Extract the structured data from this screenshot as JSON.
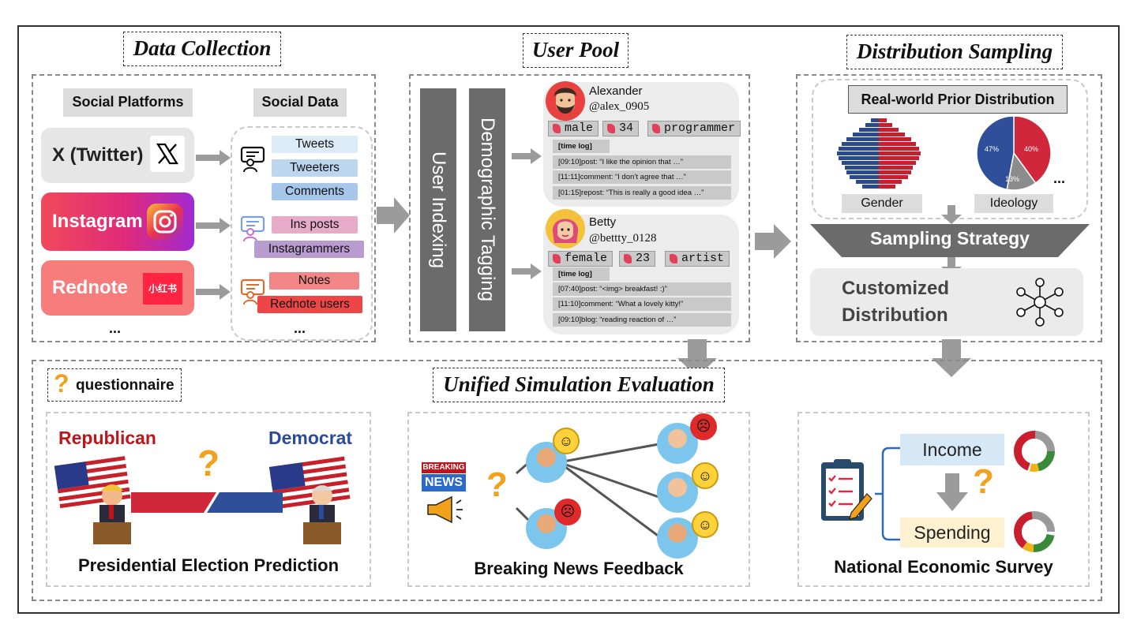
{
  "sections": {
    "data_collection": "Data Collection",
    "user_pool": "User Pool",
    "distribution_sampling": "Distribution Sampling",
    "unified_eval": "Unified Simulation Evaluation"
  },
  "data_collection": {
    "platforms_header": "Social Platforms",
    "data_header": "Social Data",
    "platforms": [
      "X (Twitter)",
      "Instagram",
      "Rednote"
    ],
    "rednote_logo_text": "小红书",
    "platforms_more": "...",
    "twitter_data": [
      "Tweets",
      "Tweeters",
      "Comments"
    ],
    "instagram_data": [
      "Ins posts",
      "Instagrammers"
    ],
    "rednote_data": [
      "Notes",
      "Rednote users"
    ],
    "data_more": "..."
  },
  "user_pool": {
    "indexing": "User Indexing",
    "tagging": "Demographic Tagging",
    "users": [
      {
        "name": "Alexander",
        "handle": "@alex_0905",
        "tags": [
          "male",
          "34",
          "programmer"
        ],
        "log_header": "[time log]",
        "logs": [
          "[09:10]post: “I like the opinion that …”",
          "[11:11]comment: “I don’t agree that …”",
          "[01:15]repost: “This is really a good idea …”"
        ]
      },
      {
        "name": "Betty",
        "handle": "@bettty_0128",
        "tags": [
          "female",
          "23",
          "artist"
        ],
        "log_header": "[time log]",
        "logs": [
          "[07:40]post: “<img> breakfast! :)”",
          "[11:10]comment: “What a lovely kitty!”",
          "[09:10]blog: “reading reaction of …”"
        ]
      }
    ]
  },
  "distribution": {
    "prior_header": "Real-world Prior Distribution",
    "gender_label": "Gender",
    "ideology_label": "Ideology",
    "more": "...",
    "pie_labels": [
      "40%",
      "13%",
      "47%"
    ],
    "pie_values": [
      40,
      13,
      47
    ],
    "pie_colors": [
      "#d0283a",
      "#8c8c8c",
      "#2f4f9a"
    ],
    "sampling_strategy": "Sampling Strategy",
    "customized": "Customized",
    "distribution_word": "Distribution"
  },
  "evaluation": {
    "questionnaire": "questionnaire",
    "republican": "Republican",
    "democrat": "Democrat",
    "election_caption": "Presidential Election Prediction",
    "breaking": "BREAKING",
    "news": "NEWS",
    "news_caption": "Breaking News Feedback",
    "income": "Income",
    "spending": "Spending",
    "survey_caption": "National Economic Survey"
  },
  "colors": {
    "republican_red": "#c0141c",
    "democrat_blue": "#2a4a9a",
    "tweets_blue": "#c7dbf0",
    "ins_pink": "#e3a6c7",
    "ins_purple": "#b59ad0",
    "rednote_red": "#f06a6a"
  }
}
